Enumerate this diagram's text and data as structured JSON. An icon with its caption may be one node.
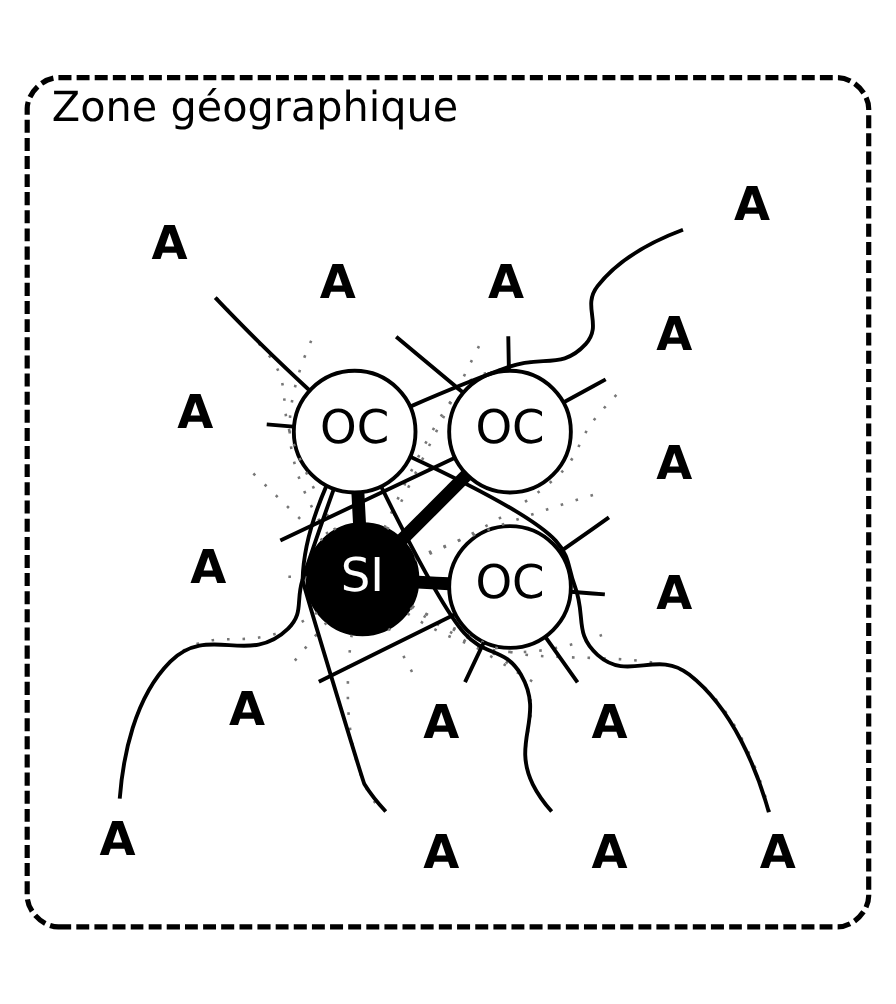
{
  "diagram": {
    "nodes": [
      {
        "text": [
          "Zone géographique"
        ]
      },
      {
        "text": [
          "SI"
        ],
        "in": 0
      },
      {
        "text": [
          "OC"
        ],
        "in": 0
      },
      {
        "text": [
          "OC"
        ],
        "in": 0
      },
      {
        "text": [
          "OC"
        ],
        "in": 0
      },
      {
        "text": [
          "A"
        ],
        "in": 0
      },
      {
        "text": [
          "A"
        ],
        "in": 0
      },
      {
        "text": [
          "A"
        ],
        "in": 0
      },
      {
        "text": [
          "A"
        ],
        "in": 0
      },
      {
        "text": [
          "A"
        ],
        "in": 0
      },
      {
        "text": [
          "A"
        ],
        "in": 0
      },
      {
        "text": [
          "A"
        ],
        "in": 0
      },
      {
        "text": [
          "A"
        ],
        "in": 0
      },
      {
        "text": [
          "A"
        ],
        "in": 0
      },
      {
        "text": [
          "A"
        ],
        "in": 0
      },
      {
        "text": [
          "A"
        ],
        "in": 0
      },
      {
        "text": [
          "A"
        ],
        "in": 0
      },
      {
        "text": [
          "A"
        ],
        "in": 0
      },
      {
        "text": [
          "A"
        ],
        "in": 0
      },
      {
        "text": [
          "A"
        ],
        "in": 0
      },
      {
        "text": [
          "A"
        ],
        "in": 0
      }
    ],
    "edges": [
      {
        "from": 1,
        "to": 2,
        "arrow": "none",
        "style": "thick"
      },
      {
        "from": 1,
        "to": 3,
        "arrow": "none",
        "style": "thick"
      },
      {
        "from": 1,
        "to": 4,
        "arrow": "none",
        "style": "thick"
      },
      {
        "from": 2,
        "to": 5,
        "arrow": "none"
      },
      {
        "from": 2,
        "to": 6,
        "arrow": "none"
      },
      {
        "from": 2,
        "to": 7,
        "arrow": "none"
      },
      {
        "from": 2,
        "to": 8,
        "arrow": "none"
      },
      {
        "from": 2,
        "to": 9,
        "arrow": "none"
      },
      {
        "from": 3,
        "to": 10,
        "arrow": "none"
      },
      {
        "from": 3,
        "to": 11,
        "arrow": "none"
      },
      {
        "from": 3,
        "to": 12,
        "arrow": "none"
      },
      {
        "from": 3,
        "to": 13,
        "arrow": "none"
      },
      {
        "from": 4,
        "to": 14,
        "arrow": "none"
      },
      {
        "from": 4,
        "to": 15,
        "arrow": "none"
      },
      {
        "from": 4,
        "to": 16,
        "arrow": "none"
      },
      {
        "from": 4,
        "to": 17,
        "arrow": "none"
      },
      {
        "from": 4,
        "to": 18,
        "arrow": "none"
      },
      {
        "from": 4,
        "to": 19,
        "arrow": "none"
      },
      {
        "from": 4,
        "to": 20,
        "arrow": "none"
      },
      {
        "from": 1,
        "to": 5,
        "arrow": "none",
        "style": "dashed",
        "color": "#777777"
      },
      {
        "from": 1,
        "to": 6,
        "arrow": "none",
        "style": "dashed",
        "color": "#777777"
      },
      {
        "from": 1,
        "to": 7,
        "arrow": "none",
        "style": "dashed",
        "color": "#777777"
      },
      {
        "from": 1,
        "to": 8,
        "arrow": "none",
        "style": "dashed",
        "color": "#777777"
      },
      {
        "from": 1,
        "to": 9,
        "arrow": "none",
        "style": "dashed",
        "color": "#777777"
      },
      {
        "from": 1,
        "to": 10,
        "arrow": "none",
        "style": "dashed",
        "color": "#777777"
      },
      {
        "from": 1,
        "to": 11,
        "arrow": "none",
        "style": "dashed",
        "color": "#777777"
      },
      {
        "from": 1,
        "to": 12,
        "arrow": "none",
        "style": "dashed",
        "color": "#777777"
      },
      {
        "from": 1,
        "to": 13,
        "arrow": "none",
        "style": "dashed",
        "color": "#777777"
      },
      {
        "from": 1,
        "to": 14,
        "arrow": "none",
        "style": "dashed",
        "color": "#777777"
      },
      {
        "from": 1,
        "to": 15,
        "arrow": "none",
        "style": "dashed",
        "color": "#777777"
      },
      {
        "from": 1,
        "to": 16,
        "arrow": "none",
        "style": "dashed",
        "color": "#777777"
      },
      {
        "from": 1,
        "to": 17,
        "arrow": "none",
        "style": "dashed",
        "color": "#777777"
      },
      {
        "from": 1,
        "to": 18,
        "arrow": "none",
        "style": "dashed",
        "color": "#777777"
      },
      {
        "from": 1,
        "to": 19,
        "arrow": "none",
        "style": "dashed",
        "color": "#777777"
      },
      {
        "from": 1,
        "to": 20,
        "arrow": "none",
        "style": "dashed",
        "color": "#777777"
      }
    ]
  }
}
